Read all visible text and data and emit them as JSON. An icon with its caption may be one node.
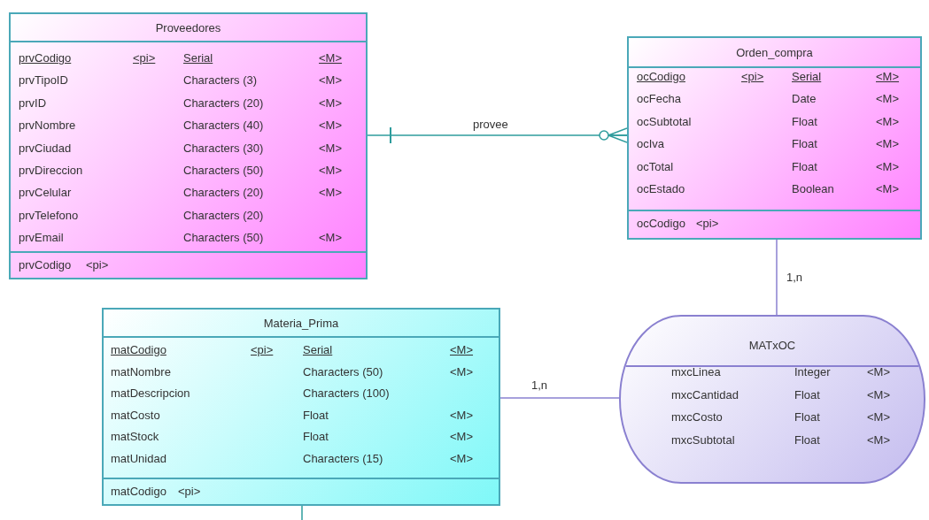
{
  "diagram": {
    "nodes": [
      {
        "text": [
          "Proveedores"
        ]
      },
      {
        "text": [
          "prvCodigo",
          "<pi>",
          "Serial",
          "<M>"
        ],
        "in": 0
      },
      {
        "text": [
          "prvTipoID",
          "Characters (3)",
          "<M>"
        ],
        "in": 0
      },
      {
        "text": [
          "prvID",
          "Characters (20)",
          "<M>"
        ],
        "in": 0
      },
      {
        "text": [
          "prvNombre",
          "Characters (40)",
          "<M>"
        ],
        "in": 0
      },
      {
        "text": [
          "prvCiudad",
          "Characters (30)",
          "<M>"
        ],
        "in": 0
      },
      {
        "text": [
          "prvDireccion",
          "Characters (50)",
          "<M>"
        ],
        "in": 0
      },
      {
        "text": [
          "prvCelular",
          "Characters (20)",
          "<M>"
        ],
        "in": 0
      },
      {
        "text": [
          "prvTelefono",
          "Characters (20)"
        ],
        "in": 0
      },
      {
        "text": [
          "prvEmail",
          "Characters (50)",
          "<M>"
        ],
        "in": 0
      },
      {
        "text": [
          "prvCodigo",
          "<pi>"
        ],
        "in": 0
      },
      {
        "text": [
          "Orden_compra"
        ]
      },
      {
        "text": [
          "ocCodigo",
          "<pi>",
          "Serial",
          "<M>"
        ],
        "in": 11
      },
      {
        "text": [
          "ocFecha",
          "Date",
          "<M>"
        ],
        "in": 11
      },
      {
        "text": [
          "ocSubtotal",
          "Float",
          "<M>"
        ],
        "in": 11
      },
      {
        "text": [
          "ocIva",
          "Float",
          "<M>"
        ],
        "in": 11
      },
      {
        "text": [
          "ocTotal",
          "Float",
          "<M>"
        ],
        "in": 11
      },
      {
        "text": [
          "ocEstado",
          "Boolean",
          "<M>"
        ],
        "in": 11
      },
      {
        "text": [
          "ocCodigo",
          "<pi>"
        ],
        "in": 11
      },
      {
        "text": [
          "Materia_Prima"
        ]
      },
      {
        "text": [
          "matCodigo",
          "<pi>",
          "Serial",
          "<M>"
        ],
        "in": 19
      },
      {
        "text": [
          "matNombre",
          "Characters (50)",
          "<M>"
        ],
        "in": 19
      },
      {
        "text": [
          "matDescripcion",
          "Characters (100)"
        ],
        "in": 19
      },
      {
        "text": [
          "matCosto",
          "Float",
          "<M>"
        ],
        "in": 19
      },
      {
        "text": [
          "matStock",
          "Float",
          "<M>"
        ],
        "in": 19
      },
      {
        "text": [
          "matUnidad",
          "Characters (15)",
          "<M>"
        ],
        "in": 19
      },
      {
        "text": [
          "matCodigo",
          "<pi>"
        ],
        "in": 19
      },
      {
        "text": [
          "MATxOC"
        ]
      },
      {
        "text": [
          "mxcLinea",
          "Integer",
          "<M>"
        ],
        "in": 27
      },
      {
        "text": [
          "mxcCantidad",
          "Float",
          "<M>"
        ],
        "in": 27
      },
      {
        "text": [
          "mxcCosto",
          "Float",
          "<M>"
        ],
        "in": 27
      },
      {
        "text": [
          "mxcSubtotal",
          "Float",
          "<M>"
        ],
        "in": 27
      }
    ],
    "edges": [
      {
        "from": 0,
        "to": 11,
        "arrow": "other",
        "label": "provee",
        "color": "#2e9c9c"
      },
      {
        "from": 11,
        "to": 27,
        "arrow": "none",
        "label": "1,n",
        "color": "#8a80d0"
      },
      {
        "from": 19,
        "to": 27,
        "arrow": "none",
        "label": "1,n",
        "color": "#8a80d0"
      },
      {
        "from": 19,
        "to": null,
        "arrow": "none",
        "color": "#2e9c9c"
      }
    ]
  }
}
